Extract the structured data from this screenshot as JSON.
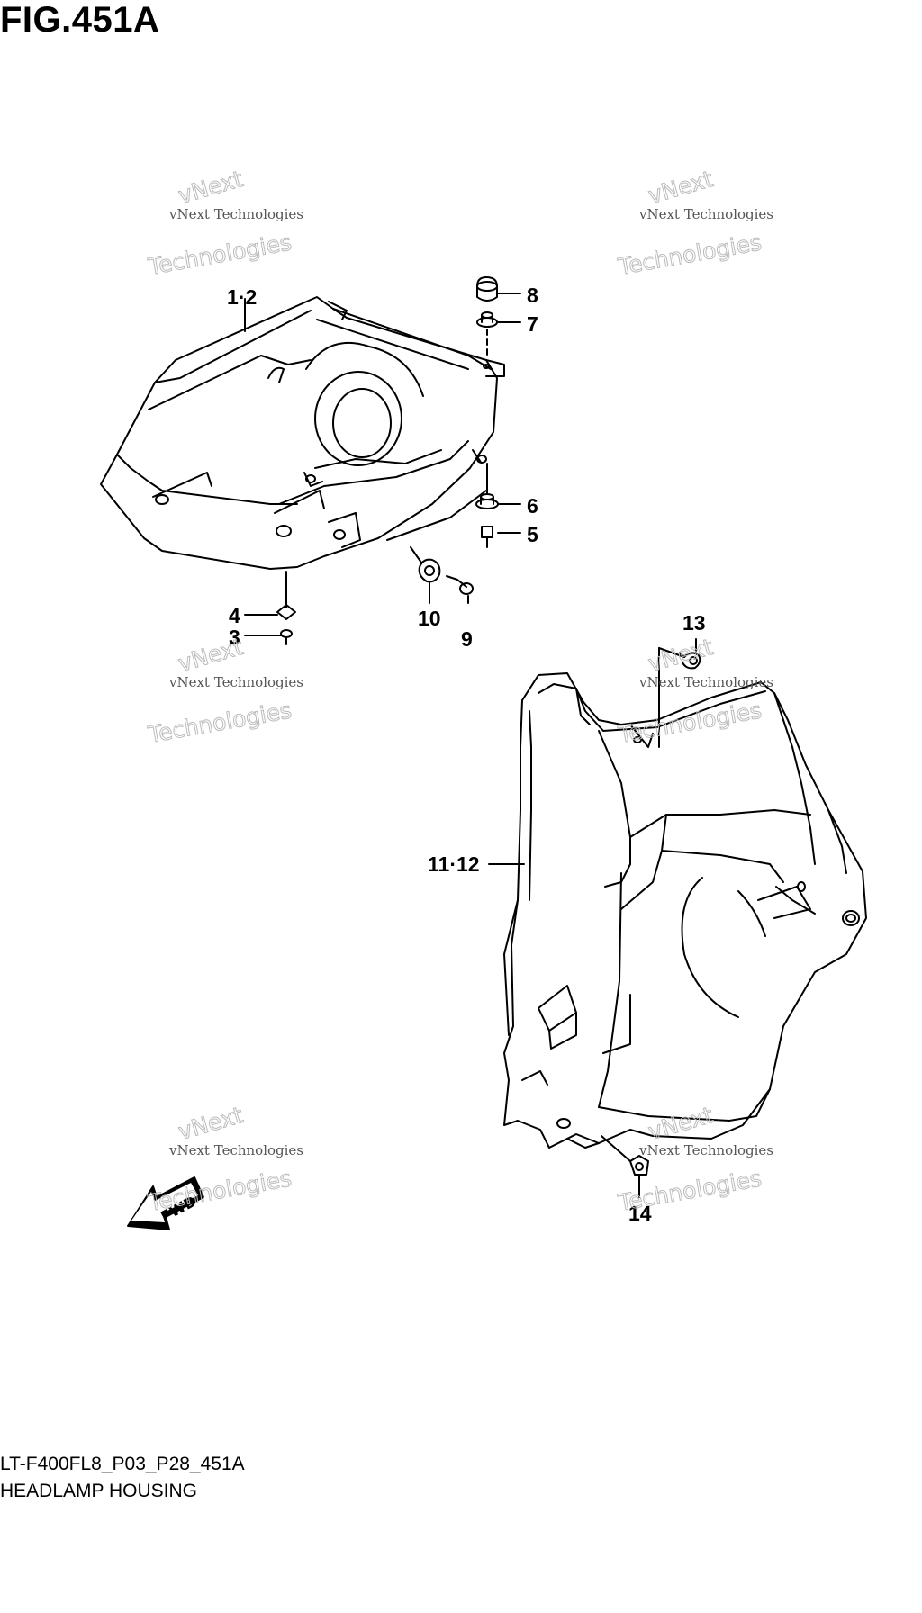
{
  "figure": {
    "title": "FIG.451A",
    "code": "LT-F400FL8_P03_P28_451A",
    "name": "HEADLAMP HOUSING"
  },
  "callouts": {
    "c1_2": "1·2",
    "c3": "3",
    "c4": "4",
    "c5": "5",
    "c6": "6",
    "c7": "7",
    "c8": "8",
    "c9": "9",
    "c10": "10",
    "c11_12": "11·12",
    "c13": "13",
    "c14": "14"
  },
  "fwd_label": "FWD",
  "watermark": {
    "line1": "vNext Technologies",
    "line2": "Technologies",
    "line3": "vNext"
  }
}
